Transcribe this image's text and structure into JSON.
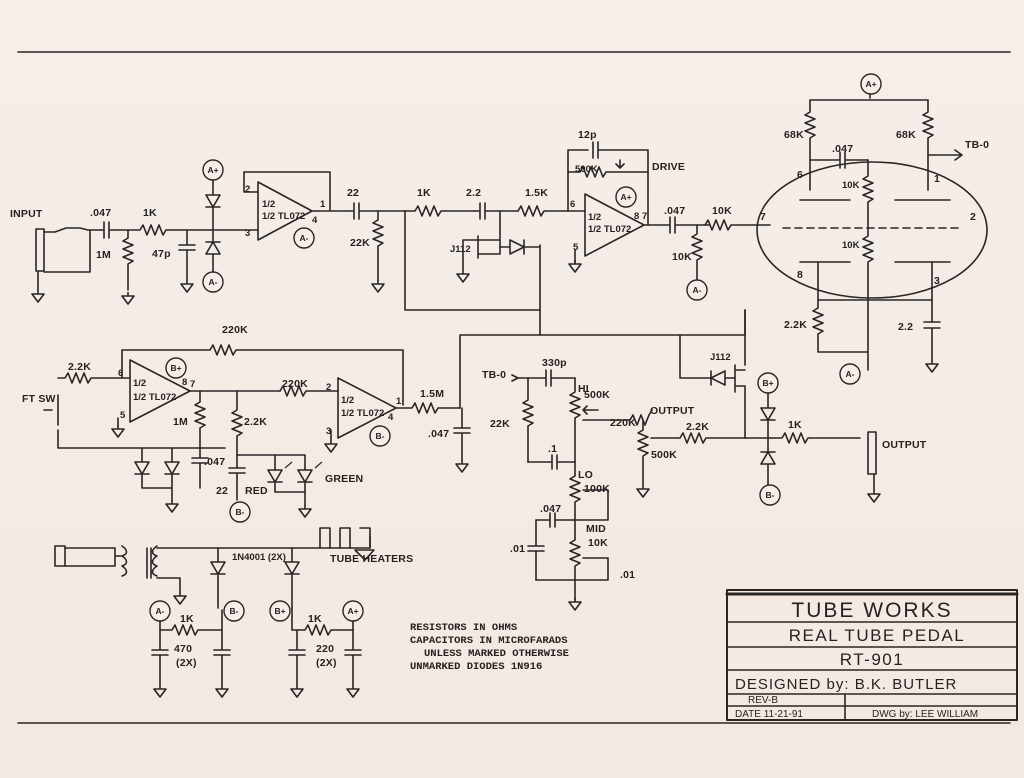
{
  "title_block": {
    "company": "TUBE WORKS",
    "product": "REAL TUBE PEDAL",
    "model": "RT-901",
    "designed_by": "DESIGNED by: B.K. BUTLER",
    "revision": "REV-B",
    "date": "DATE 11-21-91",
    "drawn_by": "DWG by: LEE WILLIAM"
  },
  "notes": [
    "RESISTORS IN OHMS",
    "CAPACITORS IN MICROFARADS",
    "UNLESS MARKED OTHERWISE",
    "UNMARKED DIODES 1N916"
  ],
  "io": {
    "input": "INPUT",
    "output_jack": "OUTPUT",
    "output_pot": "OUTPUT",
    "footswitch": "FT SW",
    "drive": "DRIVE",
    "tube_out": "TB-0",
    "tube_in": "TB-0",
    "heaters": "TUBE HEATERS"
  },
  "rails": {
    "a_plus": "A+",
    "a_minus": "A-",
    "b_plus": "B+",
    "b_minus": "B-"
  },
  "opamps": [
    {
      "id": "u1",
      "label": "1/2 TL072",
      "pins": [
        "2",
        "3",
        "1",
        "4"
      ]
    },
    {
      "id": "u2",
      "label": "1/2 TL072",
      "pins": [
        "6",
        "5",
        "7",
        "8"
      ]
    },
    {
      "id": "u3",
      "label": "1/2 TL072",
      "pins": [
        "6",
        "5",
        "7",
        "8"
      ]
    },
    {
      "id": "u4",
      "label": "1/2 TL072",
      "pins": [
        "2",
        "3",
        "1",
        "4"
      ]
    }
  ],
  "tube": {
    "pins": [
      "1",
      "2",
      "3",
      "6",
      "7",
      "8"
    ]
  },
  "components": {
    "input_stage": {
      "c_in": ".047",
      "r_series": "1K",
      "r_gnd": "1M",
      "c_filt": "47p"
    },
    "stage1_out": {
      "cap": "22",
      "r": "22K"
    },
    "drive_stage": {
      "r1": "1K",
      "cap": "2.2",
      "r2": "1.5K",
      "fet": "J112",
      "fb_cap": "12p",
      "pot": "500K",
      "c_out": ".047",
      "r_gnd": "10K",
      "r_grid": "10K"
    },
    "tube_stage": {
      "rp_left": "68K",
      "rp_right": "68K",
      "c_couple": ".047",
      "rk1": "10K",
      "rk2": "10K",
      "r_bias": "2.2K",
      "c_bypass": "2.2"
    },
    "fs_stage": {
      "r_in": "2.2K",
      "r_fb": "220K",
      "r_load": "1M",
      "c_ld": ".047",
      "r_led": "2.2K",
      "c_led": "22",
      "led_red": "RED",
      "led_green": "GREEN"
    },
    "mix_stage": {
      "r_in": "220K",
      "r_out": "1.5M",
      "c_gnd": ".047"
    },
    "tone_stack": {
      "c_hi": "330p",
      "pot_hi": "500K",
      "hi_label": "HI",
      "r_top": "22K",
      "c_mid1": ".1",
      "pot_lo": "100K",
      "lo_label": "LO",
      "c_mid2": ".047",
      "pot_mid": "10K",
      "mid_label": "MID",
      "c_lo1": ".01",
      "c_lo2": ".01"
    },
    "output_stage": {
      "pot_out": "500K",
      "r_vol": "220K",
      "r_series": "2.2K",
      "r_out": "1K",
      "fet": "J112"
    },
    "power": {
      "diodes": "1N4001 (2X)",
      "r1": "1K",
      "r2": "1K",
      "c1": "470 (2X)",
      "c2": "220 (2X)"
    }
  }
}
